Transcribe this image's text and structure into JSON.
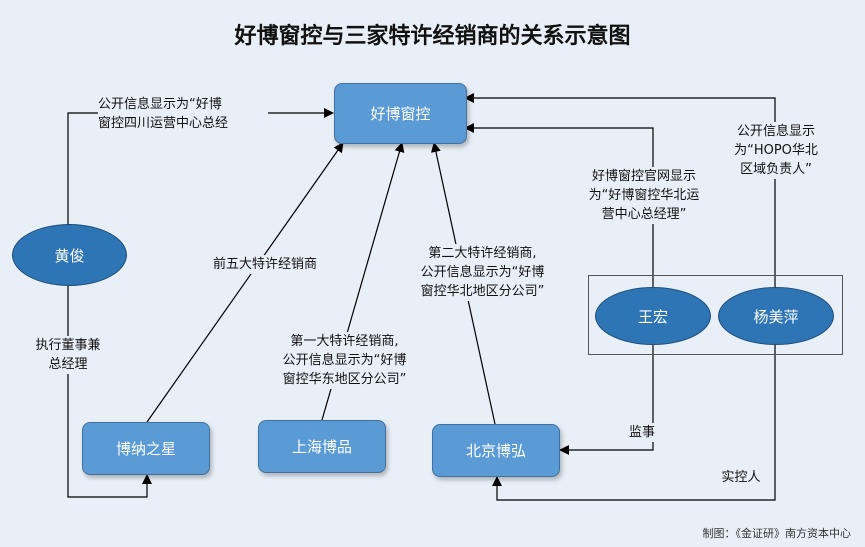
{
  "title": "好博窗控与三家特许经销商的关系示意图",
  "nodes": {
    "center": "好博窗控",
    "huangjun": "黄俊",
    "wanghong": "王宏",
    "yangmeiping": "杨美萍",
    "bonazhixing": "博纳之星",
    "shanghaibopin": "上海博品",
    "beijingbohong": "北京博弘"
  },
  "labels": {
    "huangjun_public": "公开信息显示为“好博\n窗控四川运营中心总经",
    "huangjun_role": "执行董事兼\n总经理",
    "top5": "前五大特许经销商",
    "first": "第一大特许经销商,\n公开信息显示为“好博\n窗控华东地区分公司”",
    "second": "第二大特许经销商,\n公开信息显示为“好博\n窗控华北地区分公司”",
    "wanghong_public": "好博窗控官网显示\n为“好博窗控华北运\n营中心总经理”",
    "yangmeiping_public": "公开信息显示\n为“HOPO华北\n区域负责人”",
    "supervisor": "监事",
    "controller": "实控人"
  },
  "credit": "制图：《金证研》南方资本中心",
  "colors": {
    "box_fill": "#5b9bd5",
    "ellipse_fill": "#2e75b6",
    "background": "#e9eff7",
    "line": "#000000"
  }
}
